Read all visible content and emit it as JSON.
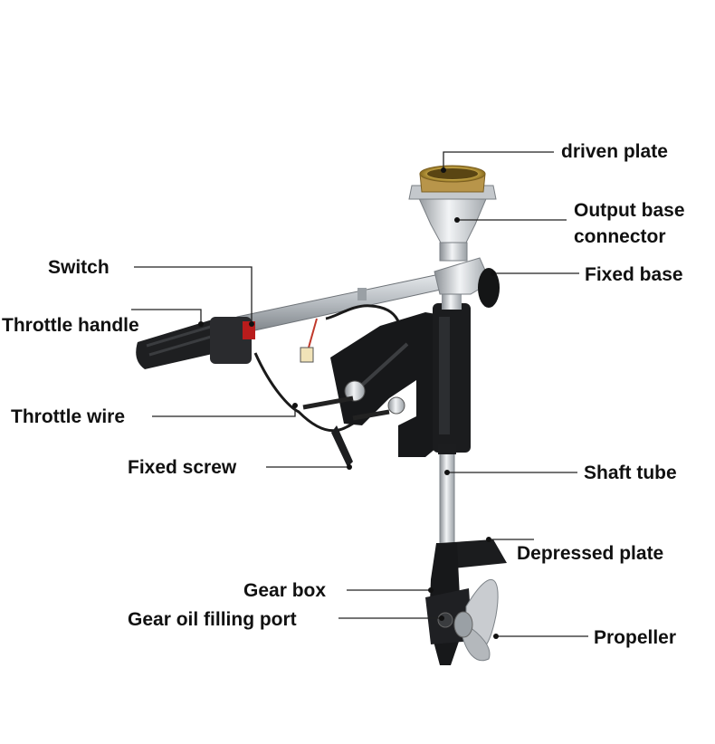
{
  "labels": {
    "driven_plate": "driven plate",
    "output_base_line1": "Output base",
    "output_base_line2": "connector",
    "fixed_base": "Fixed base",
    "switch": "Switch",
    "throttle_handle": "Throttle handle",
    "throttle_wire": "Throttle wire",
    "fixed_screw": "Fixed screw",
    "shaft_tube": "Shaft tube",
    "depressed_plate": "Depressed plate",
    "gear_box": "Gear box",
    "gear_oil_port": "Gear oil filling port",
    "propeller": "Propeller"
  }
}
